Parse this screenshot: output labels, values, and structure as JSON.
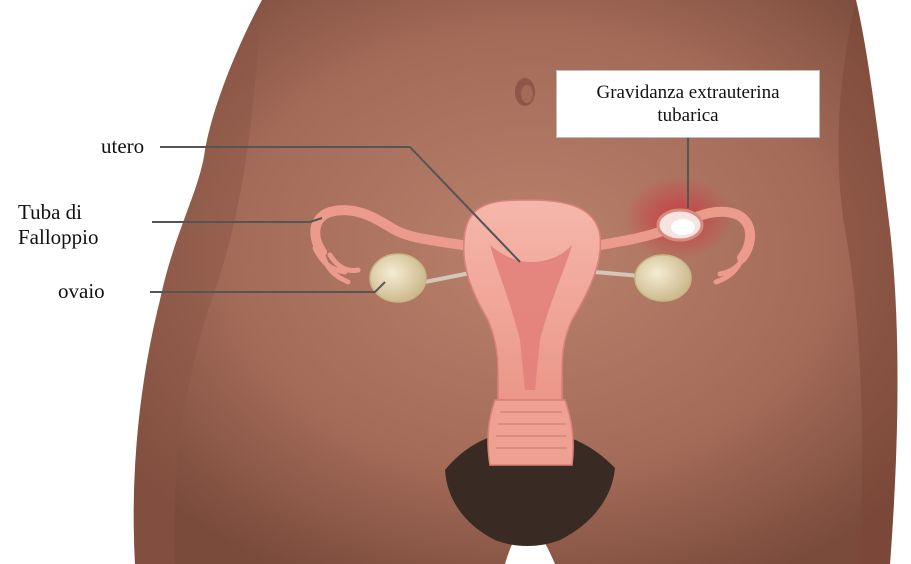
{
  "labels": {
    "utero": "utero",
    "tuba_line1": "Tuba di",
    "tuba_line2": "Falloppio",
    "ovaio": "ovaio",
    "ectopic_line1": "Gravidanza extrauterina",
    "ectopic_line2": "tubarica"
  },
  "colors": {
    "skin": "#a9705d",
    "skin_dark": "#7e4a3c",
    "uterus": "#f1a89c",
    "uterus_inner": "#e07e78",
    "ovary": "#e9ddb8",
    "hair": "#3a2a24",
    "ectopic_glow": "#d0323f",
    "leader": "#555555"
  },
  "icons": [
    "navel-icon",
    "uterus-illustration",
    "ovary-illustration",
    "tube-illustration",
    "ectopic-sac-illustration"
  ]
}
